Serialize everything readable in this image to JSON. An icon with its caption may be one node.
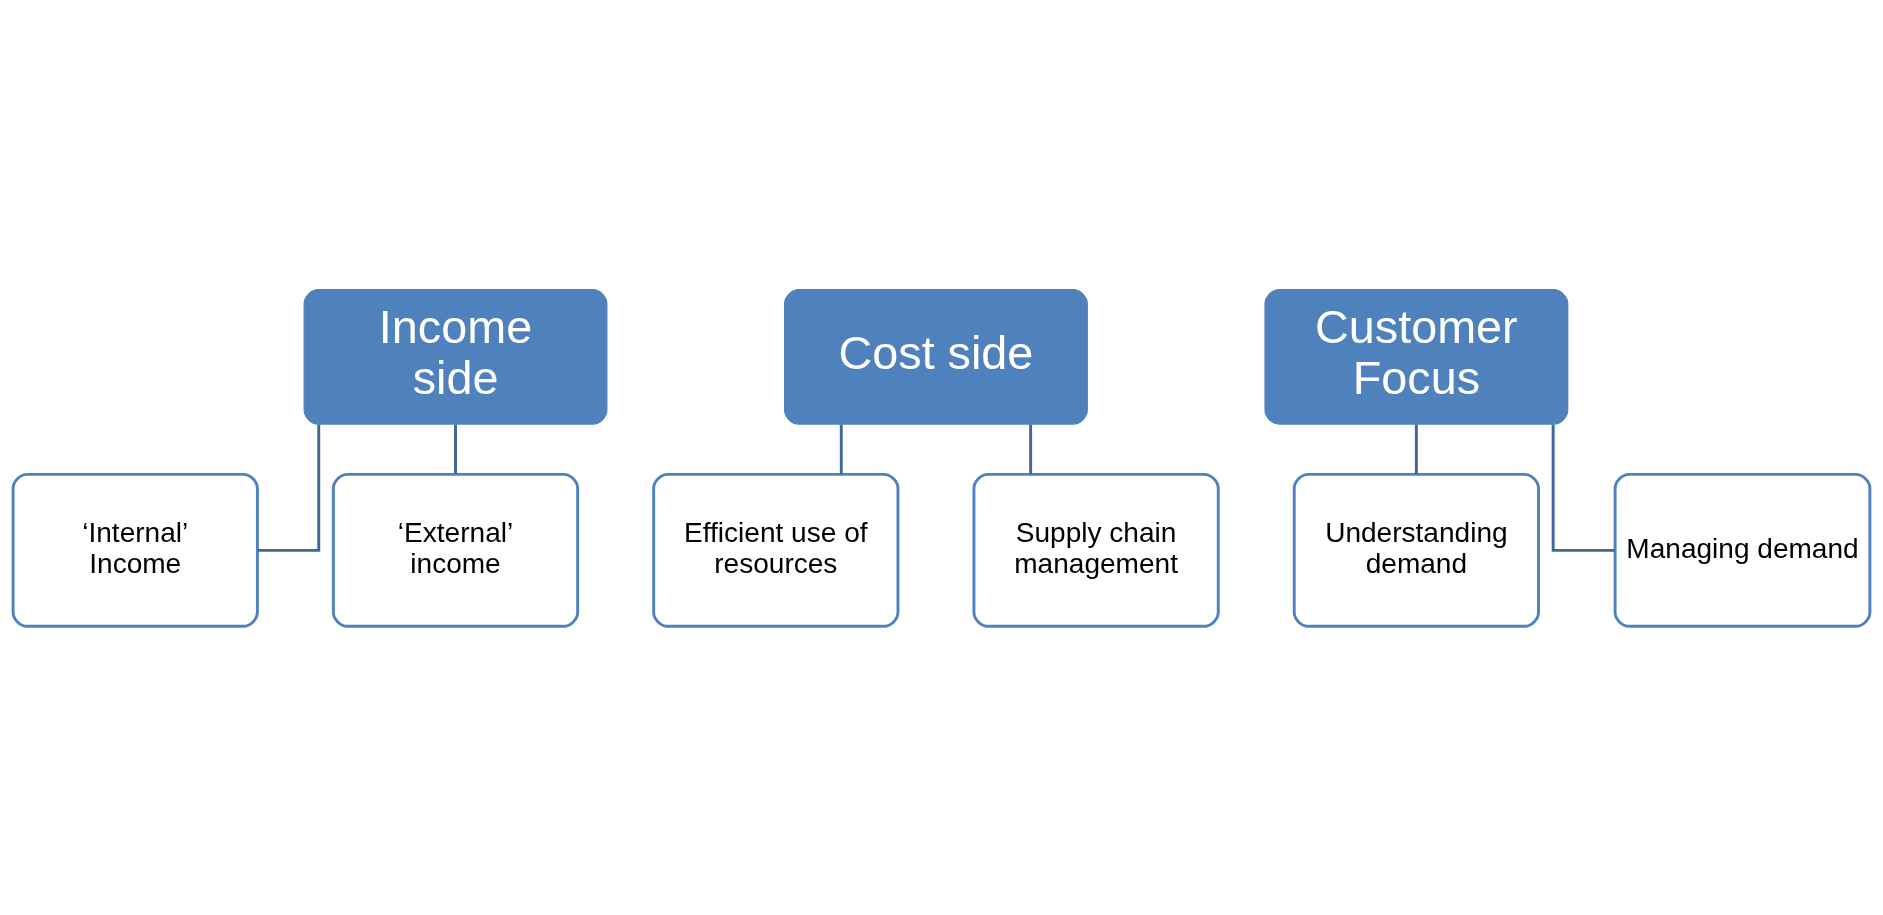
{
  "diagram": {
    "nodes": [
      {
        "text": [
          "Income side"
        ]
      },
      {
        "text": [
          "‘Internal’ Income"
        ]
      },
      {
        "text": [
          "‘External’ income"
        ]
      },
      {
        "text": [
          "Cost side"
        ]
      },
      {
        "text": [
          "Efficient use of resources"
        ]
      },
      {
        "text": [
          "Supply chain management"
        ]
      },
      {
        "text": [
          "Customer Focus"
        ]
      },
      {
        "text": [
          "Understanding demand"
        ]
      },
      {
        "text": [
          "Managing demand"
        ]
      }
    ],
    "edges": [
      {
        "from": 0,
        "to": 1,
        "arrow": "none"
      },
      {
        "from": 0,
        "to": 2,
        "arrow": "none"
      },
      {
        "from": 3,
        "to": 4,
        "arrow": "none"
      },
      {
        "from": 3,
        "to": 5,
        "arrow": "none"
      },
      {
        "from": 6,
        "to": 7,
        "arrow": "none"
      },
      {
        "from": 6,
        "to": 8,
        "arrow": "none"
      }
    ]
  }
}
